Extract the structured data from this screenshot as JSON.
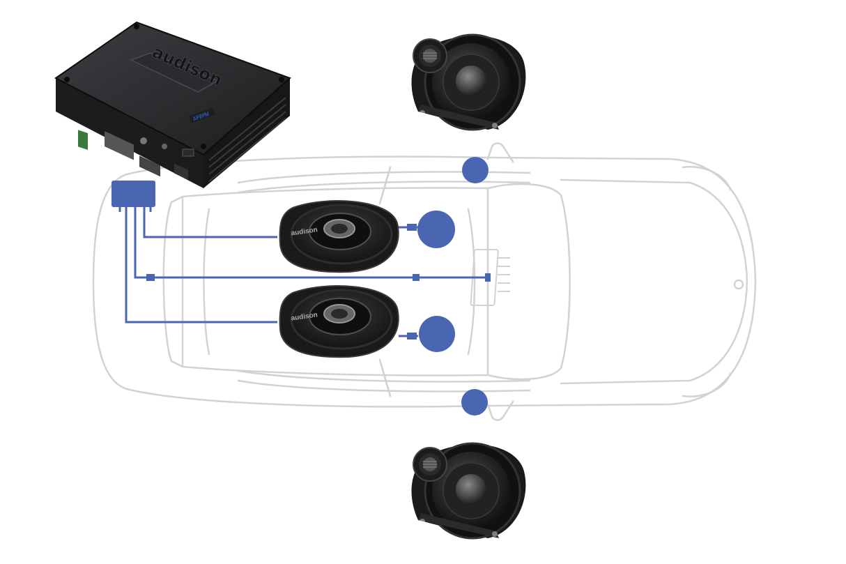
{
  "amplifier": {
    "brand": "audison",
    "model": "APBMW"
  },
  "subwoofers": {
    "brand": "audison"
  },
  "colors": {
    "wiring": "#4a66b3",
    "car_outline": "#d2d2d2",
    "amp_body": "#262729",
    "speaker_body": "#1c1c1c",
    "model_badge": "#2f67d6"
  },
  "icons": [
    "amplifier-icon",
    "coaxial-speaker-icon",
    "underseat-subwoofer-icon",
    "speaker-location-dot"
  ]
}
